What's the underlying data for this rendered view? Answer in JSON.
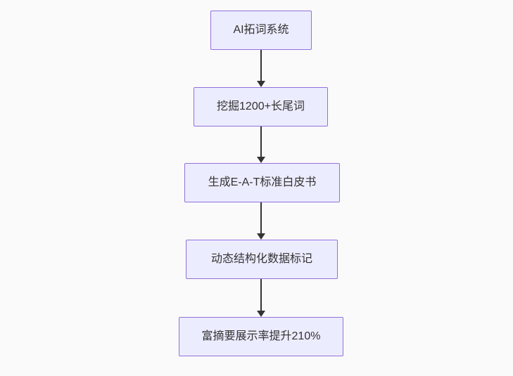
{
  "diagram": {
    "type": "flowchart",
    "direction": "top-down",
    "nodes": [
      {
        "id": "node-1",
        "label": "AI拓词系统"
      },
      {
        "id": "node-2",
        "label": "挖掘1200+长尾词"
      },
      {
        "id": "node-3",
        "label": "生成E-A-T标准白皮书"
      },
      {
        "id": "node-4",
        "label": "动态结构化数据标记"
      },
      {
        "id": "node-5",
        "label": "富摘要展示率提升210%"
      }
    ],
    "edges": [
      {
        "from": "node-1",
        "to": "node-2",
        "style": "arrow"
      },
      {
        "from": "node-2",
        "to": "node-3",
        "style": "arrow"
      },
      {
        "from": "node-3",
        "to": "node-4",
        "style": "arrow"
      },
      {
        "from": "node-4",
        "to": "node-5",
        "style": "arrow"
      }
    ],
    "colors": {
      "node_fill": "#ECECFF",
      "node_border": "#9370DB",
      "arrow": "#333333",
      "text": "#333333",
      "background": "#FAFAFA"
    }
  }
}
